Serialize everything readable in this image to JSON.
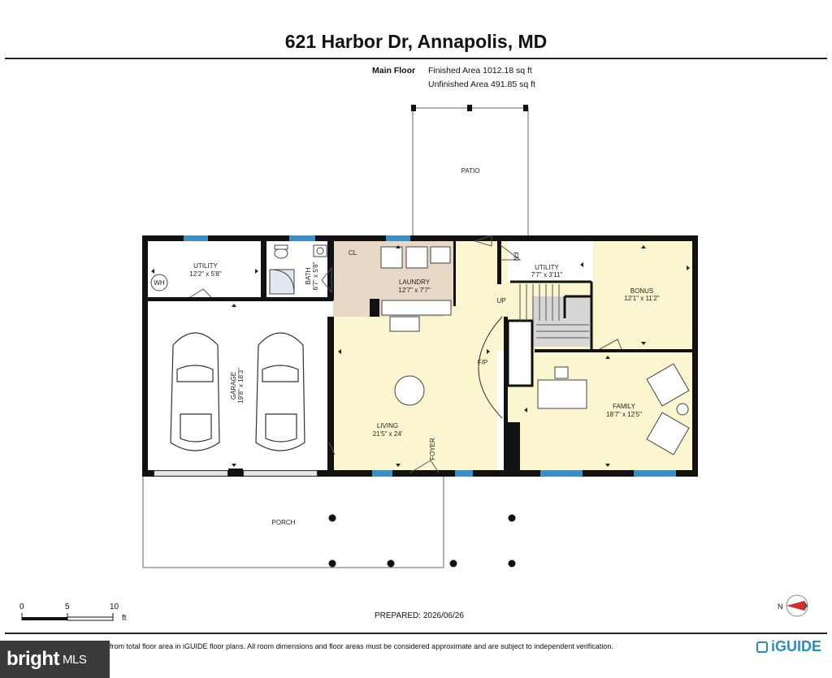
{
  "header": {
    "title": "621 Harbor Dr, Annapolis, MD",
    "floor_label": "Main Floor",
    "finished_area": "Finished Area 1012.18 sq ft",
    "unfinished_area": "Unfinished Area 491.85 sq ft"
  },
  "rooms": {
    "patio": {
      "name": "PATIO"
    },
    "utility_left": {
      "name": "UTILITY",
      "dim": "12'2\" x 5'8\""
    },
    "bath": {
      "name": "BATH",
      "dim": "6'7\" x 5'8\""
    },
    "cl": {
      "name": "CL"
    },
    "laundry": {
      "name": "LAUNDRY",
      "dim": "12'7\" x 7'7\""
    },
    "fn": {
      "name": "FN"
    },
    "utility_right": {
      "name": "UTILITY",
      "dim": "7'7\" x 3'11\""
    },
    "bonus": {
      "name": "BONUS",
      "dim": "12'1\" x 11'2\""
    },
    "up": {
      "name": "UP"
    },
    "fp": {
      "name": "F/P"
    },
    "garage": {
      "name": "GARAGE",
      "dim": "19'8\" x 18'3\""
    },
    "living": {
      "name": "LIVING",
      "dim": "21'5\" x 24'"
    },
    "foyer": {
      "name": "FOYER"
    },
    "family": {
      "name": "FAMILY",
      "dim": "18'7\" x 12'5\""
    },
    "porch": {
      "name": "PORCH"
    },
    "wh": {
      "name": "WH"
    }
  },
  "scale": {
    "ticks": [
      "0",
      "5",
      "10"
    ],
    "unit": "ft"
  },
  "compass": {
    "label": "N"
  },
  "prepared": "PREPARED: 2026/06/26",
  "disclaimer": "from total floor area in iGUIDE floor plans. All room dimensions and floor areas must be considered approximate and are subject to independent verification.",
  "logos": {
    "bright_text": "bright",
    "bright_suffix": "MLS",
    "iguide_text": "iGUIDE"
  },
  "colors": {
    "finished_fill": "#fbf6cf",
    "unfinished_fill": "#ffffff",
    "window": "#3a8fc7",
    "stairs": "#c9c9c9",
    "cl_fill": "#e8d8c8"
  }
}
